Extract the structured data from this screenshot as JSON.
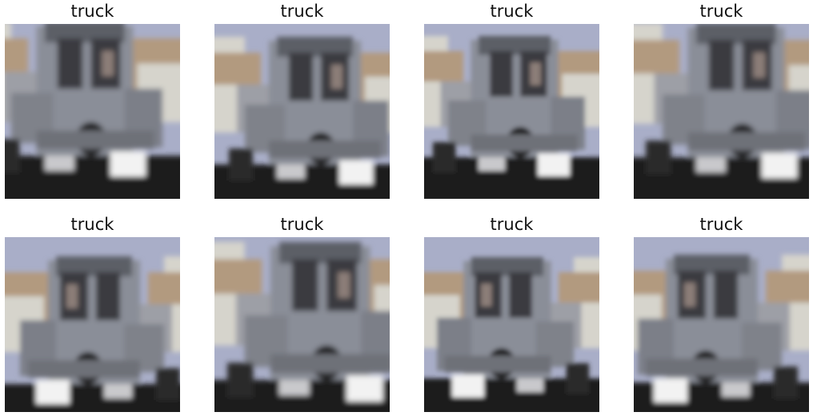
{
  "grid": {
    "items": [
      {
        "label": "truck",
        "variant": "a",
        "flip": false
      },
      {
        "label": "truck",
        "variant": "b",
        "flip": false
      },
      {
        "label": "truck",
        "variant": "c",
        "flip": false
      },
      {
        "label": "truck",
        "variant": "d",
        "flip": false
      },
      {
        "label": "truck",
        "variant": "e",
        "flip": true
      },
      {
        "label": "truck",
        "variant": "f",
        "flip": false
      },
      {
        "label": "truck",
        "variant": "g",
        "flip": true
      },
      {
        "label": "truck",
        "variant": "h",
        "flip": true
      }
    ]
  },
  "palette": {
    "sky": "#a9aec8",
    "brick": "#b29a7f",
    "building_light": "#d6d4cc",
    "body": "#8a8e98",
    "body_dark": "#5c5f66",
    "shadow": "#1c1c1e",
    "headlight": "#f2f2f2",
    "window": "#3a3a40"
  }
}
